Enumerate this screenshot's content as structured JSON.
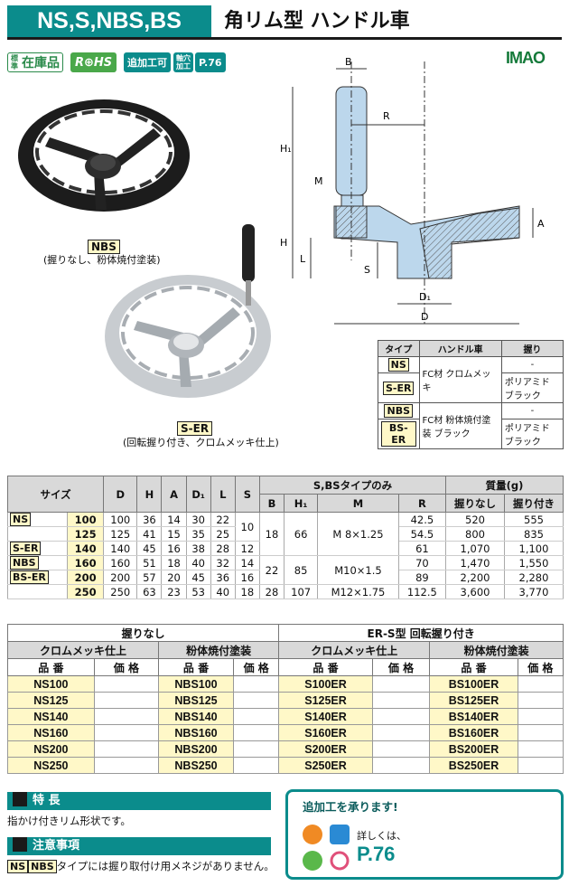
{
  "header": {
    "code": "NS,S,NBS,BS",
    "name": "角リム型 ハンドル車"
  },
  "badges": {
    "std_small": "標準",
    "std_main": "在庫品",
    "rohs": "R⊕HS",
    "add": "追加工可",
    "hole": "軸穴加工",
    "page": "P.76"
  },
  "logo": "IMAO",
  "captions": {
    "nbs_code": "NBS",
    "nbs_desc": "(握りなし、粉体焼付塗装)",
    "ser_code": "S-ER",
    "ser_desc": "(回転握り付き、クロムメッキ仕上)"
  },
  "diagram_labels": {
    "B": "B",
    "R": "R",
    "H1": "H₁",
    "M": "M",
    "H": "H",
    "A": "A",
    "L": "L",
    "S": "S",
    "D1": "D₁",
    "D": "D"
  },
  "type_table": {
    "headers": [
      "タイプ",
      "ハンドル車",
      "握り"
    ],
    "rows": [
      {
        "type": "NS",
        "handle": "FC材 クロムメッキ",
        "grip": "-"
      },
      {
        "type": "S-ER",
        "grip": "ポリアミド ブラック"
      },
      {
        "type": "NBS",
        "handle": "FC材 粉体焼付塗装 ブラック",
        "grip": "-"
      },
      {
        "type": "BS-ER",
        "grip": "ポリアミド ブラック"
      }
    ]
  },
  "spec": {
    "h_size": "サイズ",
    "h_D": "D",
    "h_H": "H",
    "h_A": "A",
    "h_D1": "D₁",
    "h_L": "L",
    "h_S": "S",
    "h_sbs": "S,BSタイプのみ",
    "h_B": "B",
    "h_H1": "H₁",
    "h_M": "M",
    "h_R": "R",
    "h_mass": "質量(g)",
    "h_nogrip": "握りなし",
    "h_grip": "握り付き",
    "types": [
      "NS",
      "S-ER",
      "NBS",
      "BS-ER"
    ],
    "rows": [
      {
        "size": "100",
        "D": "100",
        "H": "36",
        "A": "14",
        "D1": "30",
        "L": "22",
        "R": "42.5",
        "m1": "520",
        "m2": "555"
      },
      {
        "size": "125",
        "D": "125",
        "H": "41",
        "A": "15",
        "D1": "35",
        "L": "25",
        "R": "54.5",
        "m1": "800",
        "m2": "835"
      },
      {
        "size": "140",
        "D": "140",
        "H": "45",
        "A": "16",
        "D1": "38",
        "L": "28",
        "R": "61",
        "m1": "1,070",
        "m2": "1,100"
      },
      {
        "size": "160",
        "D": "160",
        "H": "51",
        "A": "18",
        "D1": "40",
        "L": "32",
        "R": "70",
        "m1": "1,470",
        "m2": "1,550"
      },
      {
        "size": "200",
        "D": "200",
        "H": "57",
        "A": "20",
        "D1": "45",
        "L": "36",
        "R": "89",
        "m1": "2,200",
        "m2": "2,280"
      },
      {
        "size": "250",
        "D": "250",
        "H": "63",
        "A": "23",
        "D1": "53",
        "L": "40",
        "R": "112.5",
        "m1": "3,600",
        "m2": "3,770"
      }
    ],
    "S_vals": [
      "10",
      "12",
      "14",
      "16",
      "18"
    ],
    "grp1": {
      "B": "18",
      "H1": "66",
      "M": "M 8×1.25"
    },
    "grp2": {
      "B": "22",
      "H1": "85",
      "M": "M10×1.5"
    },
    "grp3": {
      "B": "28",
      "H1": "107",
      "M": "M12×1.75"
    }
  },
  "parts": {
    "h_nogrip": "握りなし",
    "h_er": "ER-S型 回転握り付き",
    "h_chrome": "クロムメッキ仕上",
    "h_powder": "粉体焼付塗装",
    "h_pn": "品 番",
    "h_price": "価 格",
    "ns": [
      "NS100",
      "NS125",
      "NS140",
      "NS160",
      "NS200",
      "NS250"
    ],
    "nbs": [
      "NBS100",
      "NBS125",
      "NBS140",
      "NBS160",
      "NBS200",
      "NBS250"
    ],
    "s": [
      "S100ER",
      "S125ER",
      "S140ER",
      "S160ER",
      "S200ER",
      "S250ER"
    ],
    "bs": [
      "BS100ER",
      "BS125ER",
      "BS140ER",
      "BS160ER",
      "BS200ER",
      "BS250ER"
    ]
  },
  "features": {
    "title": "特 長",
    "text": "指かけ付きリム形状です。"
  },
  "notes": {
    "title": "注意事項",
    "tag1": "NS",
    "tag2": "NBS",
    "text": "タイプには握り取付け用メネジがありません。"
  },
  "promo": {
    "title": "追加工を承ります!",
    "detail": "詳しくは、",
    "page": "P.76"
  }
}
